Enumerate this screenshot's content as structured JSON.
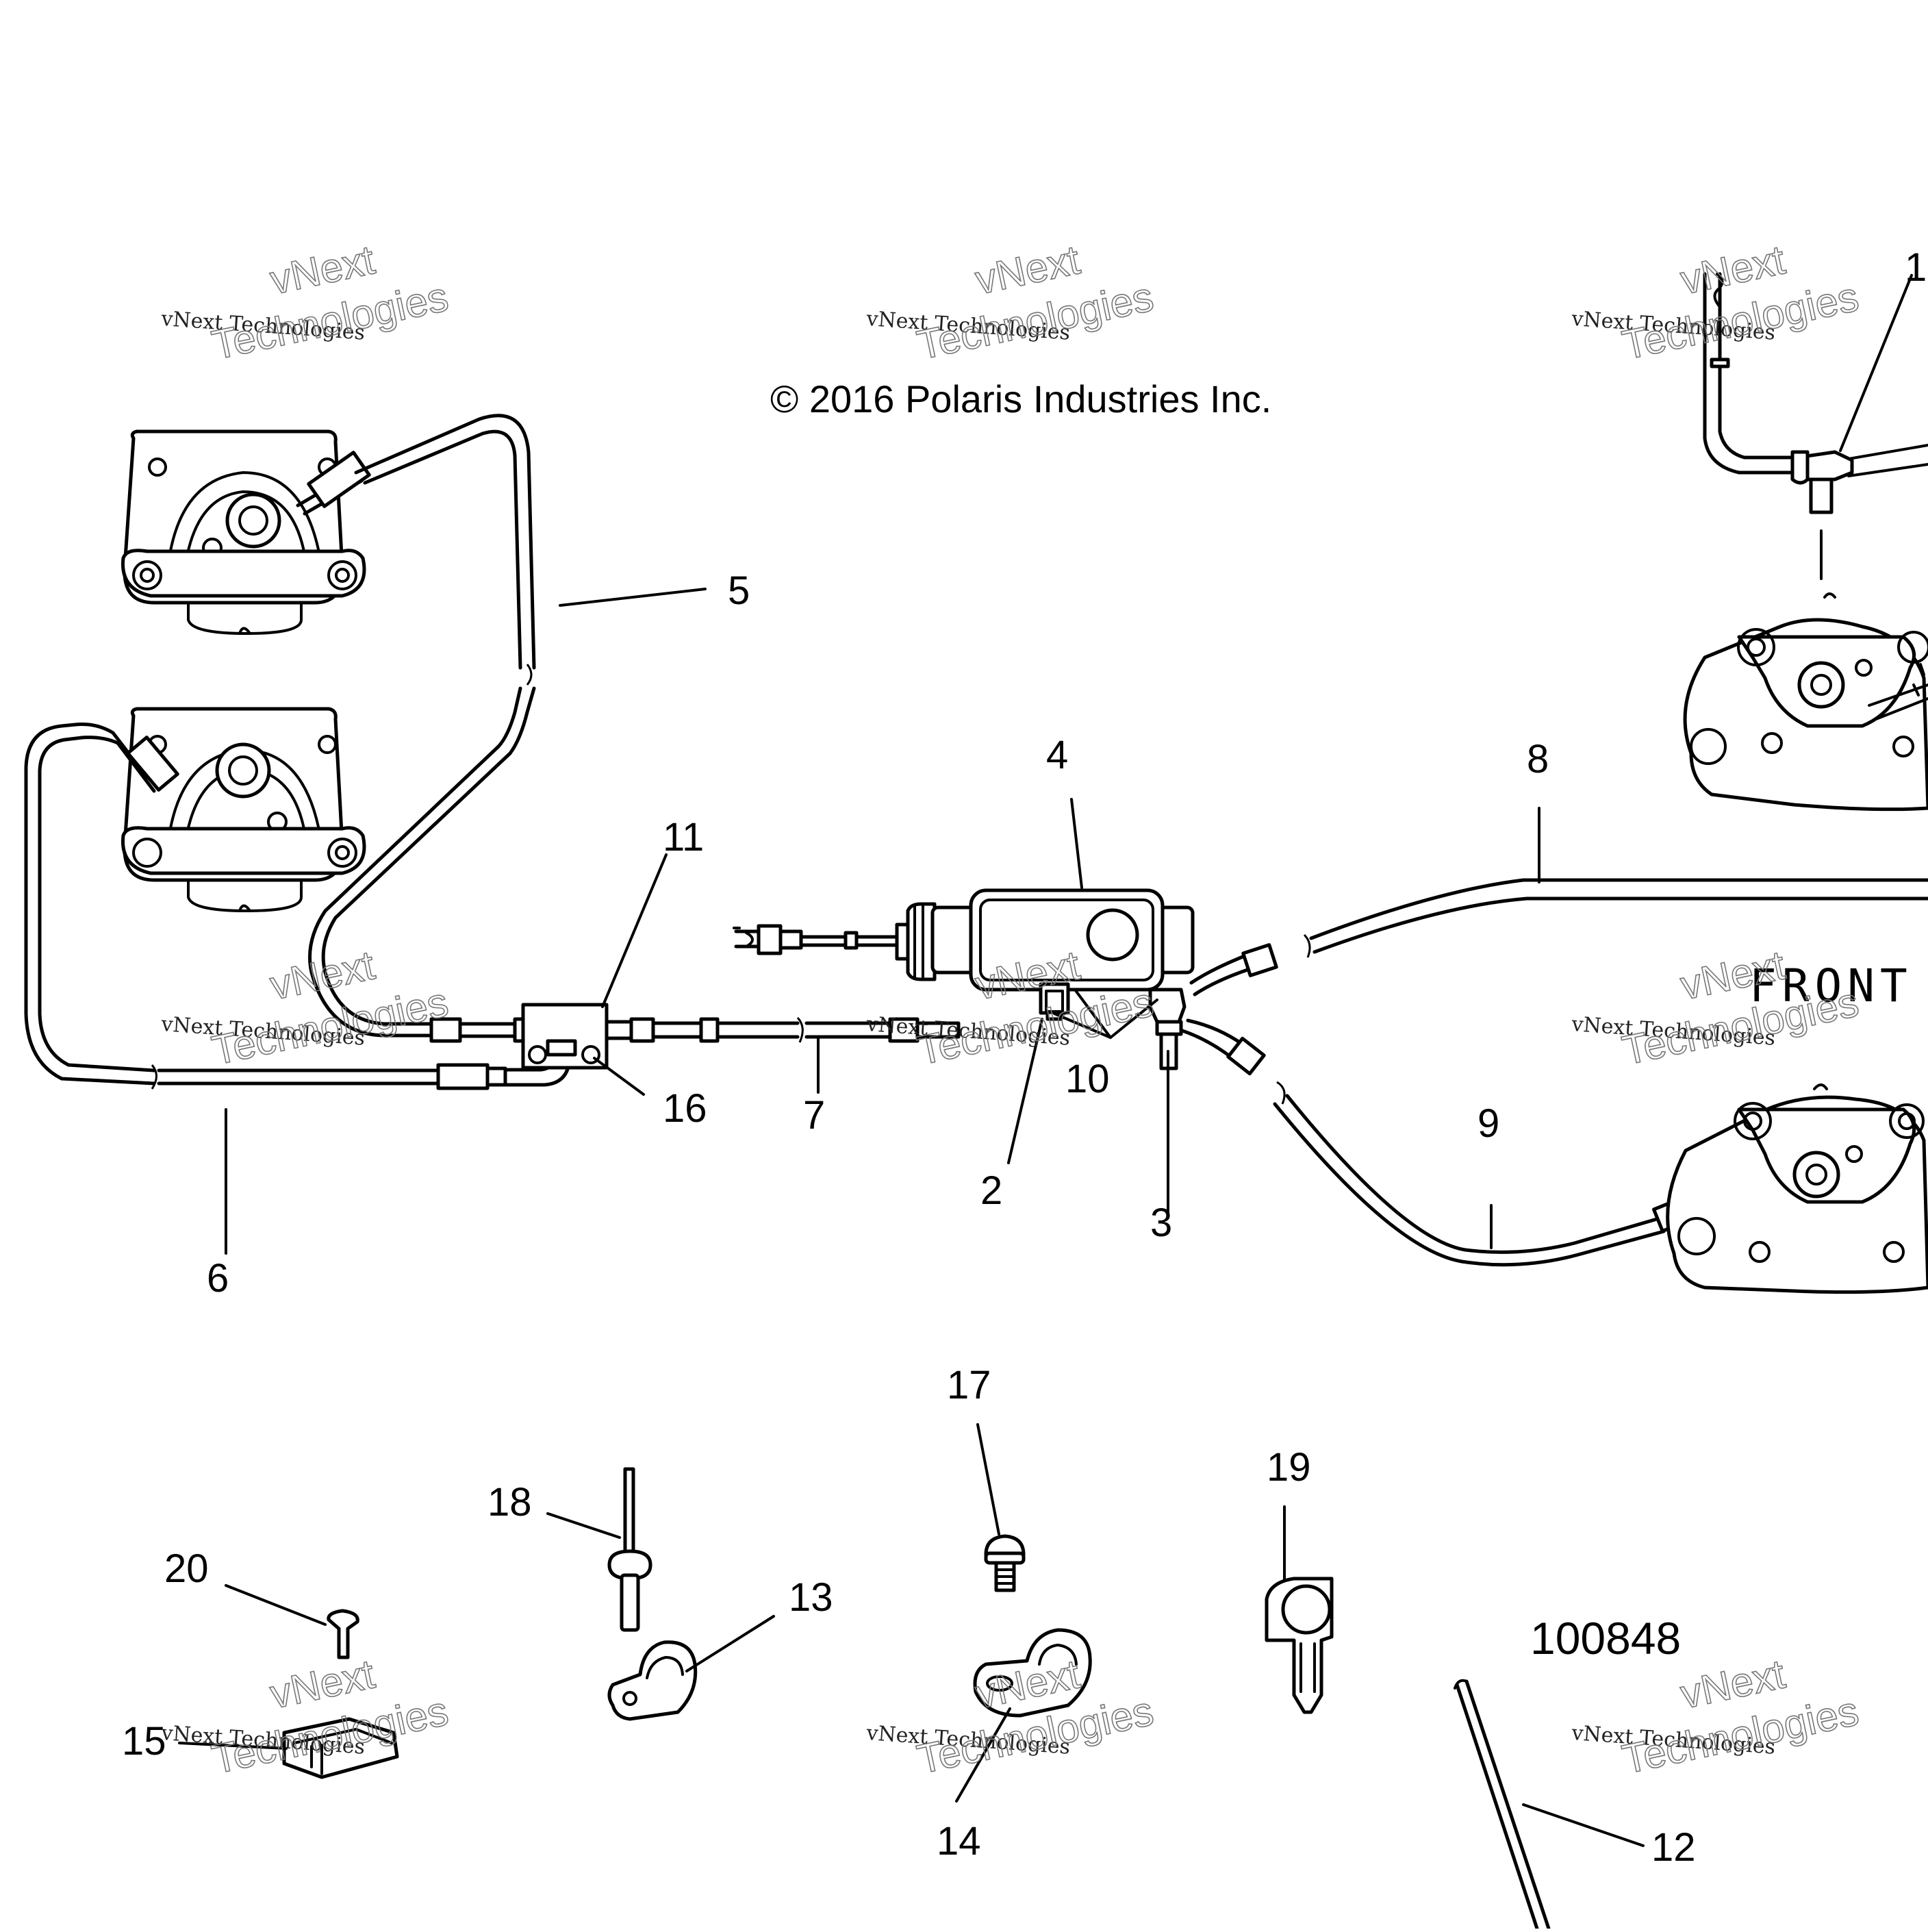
{
  "copyright": "© 2016 Polaris Industries Inc.",
  "front_label": "FRONT",
  "figure_id": "100848",
  "watermark": {
    "line1": "vNext Technologies",
    "line2": "vNext",
    "line3": "Technologies"
  },
  "callouts": [
    "1",
    "2",
    "3",
    "4",
    "5",
    "6",
    "7",
    "8",
    "9",
    "10",
    "11",
    "12",
    "13",
    "14",
    "15",
    "16",
    "17",
    "18",
    "19",
    "20"
  ]
}
